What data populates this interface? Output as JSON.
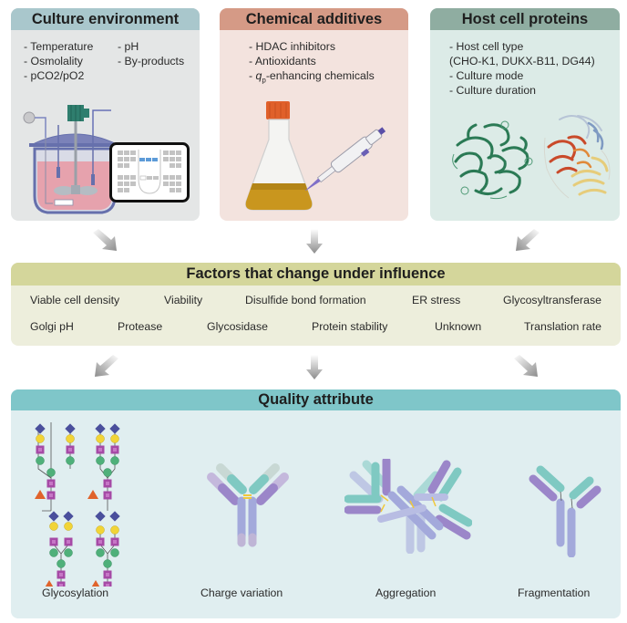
{
  "panels": {
    "culture": {
      "title": "Culture environment",
      "items_col1": [
        "- Temperature",
        "- Osmolality",
        "- pCO2/pO2"
      ],
      "items_col2": [
        "- pH",
        "- By-products"
      ],
      "illustrations": [
        "bioreactor-illustration",
        "monitor-display-illustration"
      ]
    },
    "chemical": {
      "title": "Chemical additives",
      "items": [
        "- HDAC inhibitors",
        "- Antioxidants"
      ],
      "item3_prefix": "- ",
      "item3_q": "q",
      "item3_sub": "p",
      "item3_suffix": "-enhancing chemicals",
      "illustrations": [
        "flask-illustration",
        "pipette-illustration"
      ]
    },
    "host": {
      "title": "Host cell proteins",
      "items": [
        "- Host cell type",
        "(CHO-K1, DUKX-B11, DG44)",
        "- Culture mode",
        "- Culture duration"
      ],
      "illustrations": [
        "protein-structure-green",
        "protein-structure-multicolor"
      ]
    },
    "factors": {
      "title": "Factors that change under influence",
      "row1": [
        "Viable cell density",
        "Viability",
        "Disulfide bond formation",
        "ER stress",
        "Glycosyltransferase"
      ],
      "row2": [
        "Golgi pH",
        "Protease",
        "Glycosidase",
        "Protein stability",
        "Unknown",
        "Translation rate"
      ]
    },
    "quality": {
      "title": "Quality attribute",
      "attributes": [
        "Glycosylation",
        "Charge variation",
        "Aggregation",
        "Fragmentation"
      ]
    }
  },
  "colors": {
    "culture_header": "#a9c7cc",
    "chemical_header": "#d59a86",
    "host_header": "#8fada1",
    "factors_header": "#d4d69b",
    "quality_header": "#7fc6c9",
    "sialic_acid": "#4a4f9c",
    "galactose": "#f1d437",
    "glcnac": "#a64aa6",
    "mannose": "#4fb07a",
    "fucose": "#e0632b",
    "antibody_heavy": "#a3a9db",
    "antibody_light": "#9b86c9",
    "antibody_variable": "#7fc9c2"
  }
}
